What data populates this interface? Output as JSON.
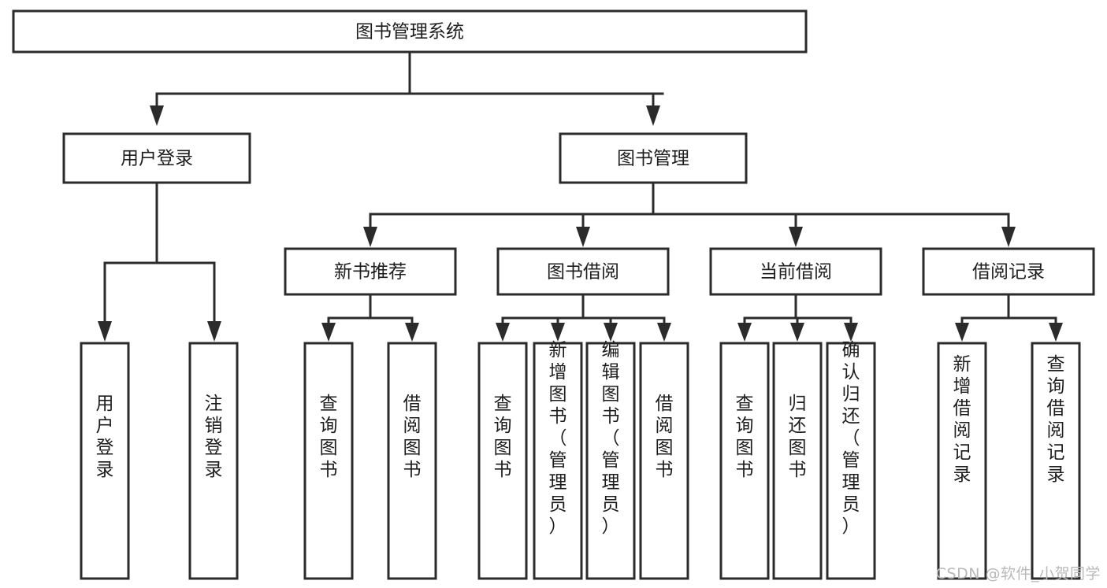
{
  "diagram": {
    "type": "tree",
    "title": "图书管理系统",
    "watermark": "CSDN @软件_小贺同学",
    "levels": {
      "root": {
        "label": "图书管理系统"
      },
      "level2": [
        {
          "id": "user-login",
          "label": "用户登录"
        },
        {
          "id": "book-manage",
          "label": "图书管理"
        }
      ],
      "level3": [
        {
          "id": "new-book-recommend",
          "label": "新书推荐"
        },
        {
          "id": "book-borrow",
          "label": "图书借阅"
        },
        {
          "id": "current-borrow",
          "label": "当前借阅"
        },
        {
          "id": "borrow-record",
          "label": "借阅记录"
        }
      ],
      "leaves": {
        "user_login": [
          {
            "id": "leaf-user-login",
            "label": "用户登录"
          },
          {
            "id": "leaf-logout-login",
            "label": "注销登录"
          }
        ],
        "new_book_recommend": [
          {
            "id": "leaf-query-book-1",
            "label": "查询图书"
          },
          {
            "id": "leaf-borrow-book-1",
            "label": "借阅图书"
          }
        ],
        "book_borrow": [
          {
            "id": "leaf-query-book-2",
            "label": "查询图书"
          },
          {
            "id": "leaf-add-book",
            "label": "新增图书（管理员）"
          },
          {
            "id": "leaf-edit-book",
            "label": "编辑图书（管理员）"
          },
          {
            "id": "leaf-borrow-book-2",
            "label": "借阅图书"
          }
        ],
        "current_borrow": [
          {
            "id": "leaf-query-book-3",
            "label": "查询图书"
          },
          {
            "id": "leaf-return-book",
            "label": "归还图书"
          },
          {
            "id": "leaf-confirm-return",
            "label": "确认归还（管理员）"
          }
        ],
        "borrow_record": [
          {
            "id": "leaf-add-record",
            "label": "新增借阅记录"
          },
          {
            "id": "leaf-query-record",
            "label": "查询借阅记录"
          }
        ]
      }
    },
    "colors": {
      "box_fill": "#ffffff",
      "box_stroke": "#2b2b2b",
      "text": "#1d1d1d",
      "watermark": "#b9b9b9",
      "background": "#ffffff"
    }
  }
}
